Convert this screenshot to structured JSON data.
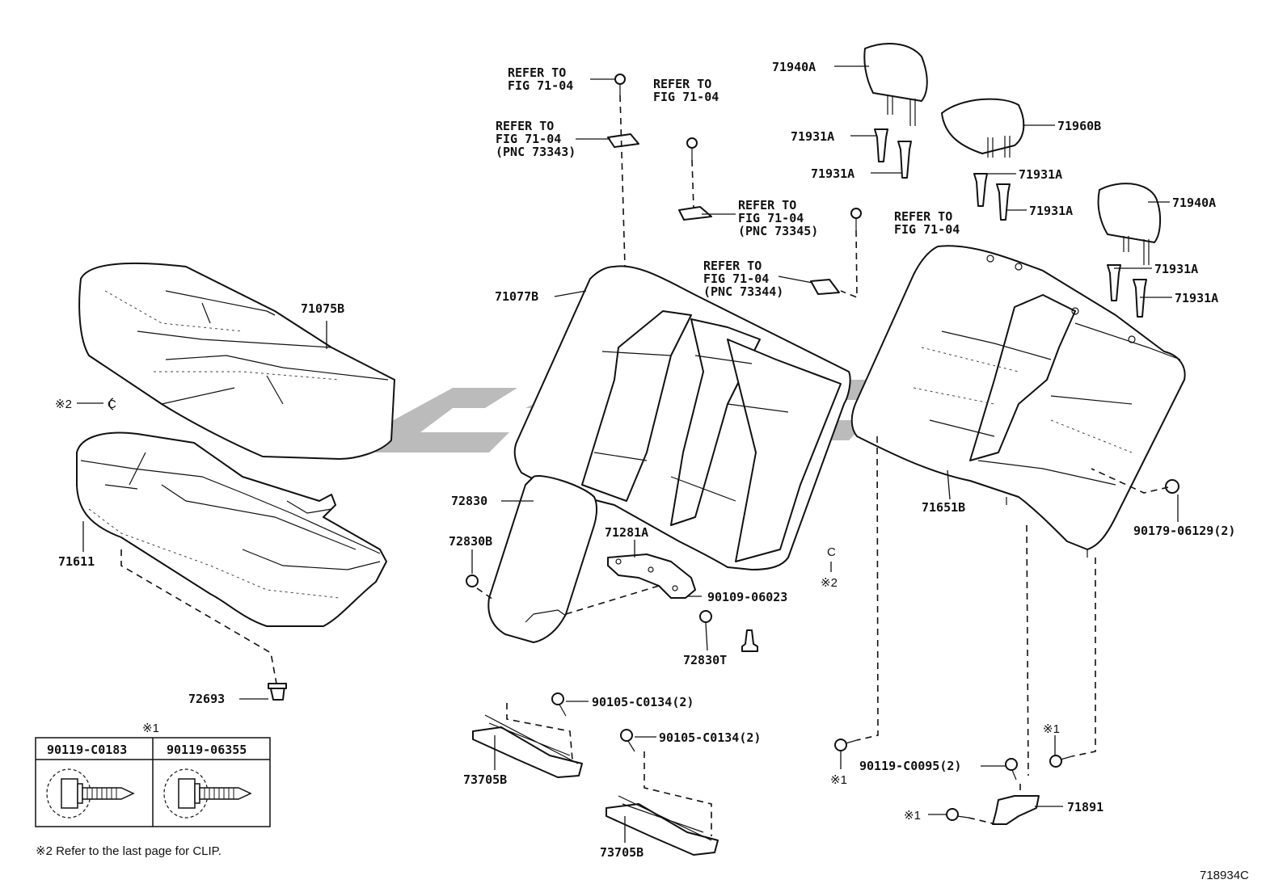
{
  "parts": {
    "p71940A_1": "71940A",
    "p71960B": "71960B",
    "p71931A_1": "71931A",
    "p71931A_2": "71931A",
    "p71931A_3": "71931A",
    "p71931A_4": "71931A",
    "p71940A_2": "71940A",
    "p71931A_5": "71931A",
    "p71931A_6": "71931A",
    "p71075B": "71075B",
    "p71077B": "71077B",
    "p71651B": "71651B",
    "p71611": "71611",
    "p72830": "72830",
    "p72830B": "72830B",
    "p71281A": "71281A",
    "p90109_06023": "90109-06023",
    "p72830T": "72830T",
    "p72693": "72693",
    "p90105_C0134_1": "90105-C0134(2)",
    "p90105_C0134_2": "90105-C0134(2)",
    "p73705B_1": "73705B",
    "p73705B_2": "73705B",
    "p90179_06129": "90179-06129(2)",
    "p90119_C0095": "90119-C0095(2)",
    "p71891": "71891"
  },
  "refer_labels": {
    "r1_line1": "REFER TO",
    "r1_line2": "FIG 71-04",
    "r2_line1": "REFER TO",
    "r2_line2": "FIG 71-04",
    "r2_line3": "(PNC 73343)",
    "r3_line1": "REFER TO",
    "r3_line2": "FIG 71-04",
    "r4_line1": "REFER TO",
    "r4_line2": "FIG 71-04",
    "r4_line3": "(PNC 73345)",
    "r5_line1": "REFER TO",
    "r5_line2": "FIG 71-04",
    "r6_line1": "REFER TO",
    "r6_line2": "FIG 71-04",
    "r6_line3": "(PNC 73344)"
  },
  "marks": {
    "mark2_top": "※2",
    "mark2_mid": "※2",
    "mark1_a": "※1",
    "mark1_b": "※1",
    "mark1_c": "※1",
    "clip_c1": "C",
    "clip_c2": "C"
  },
  "legend": {
    "marker": "※1",
    "col1": "90119-C0183",
    "col2": "90119-06355"
  },
  "footnote": "※2  Refer to the last page for CLIP.",
  "figure_id": "718934C",
  "watermark": "cyber"
}
